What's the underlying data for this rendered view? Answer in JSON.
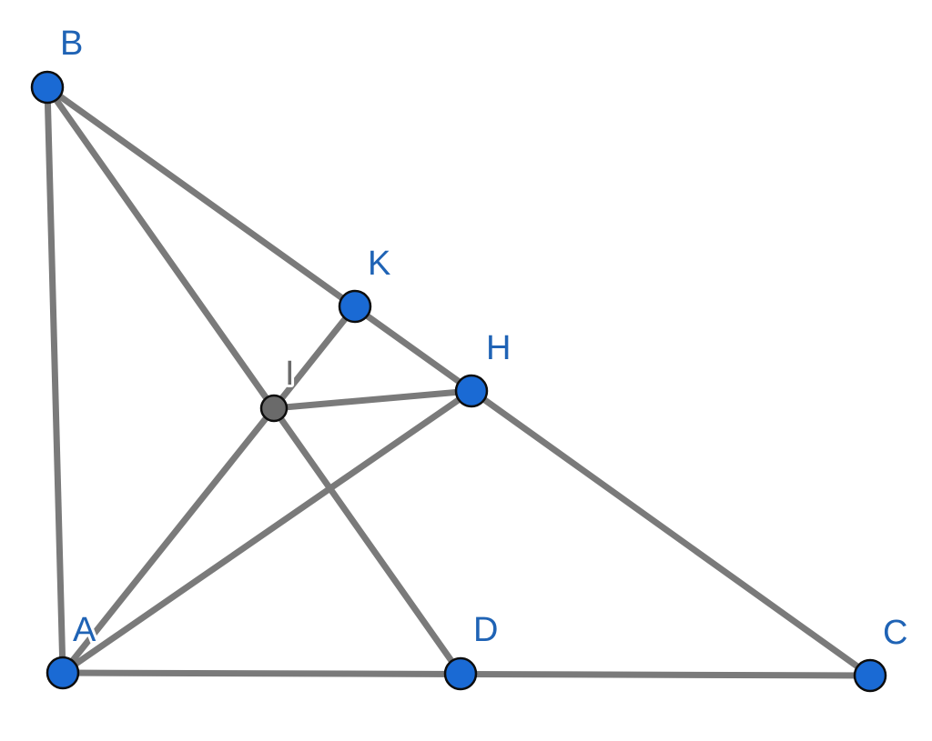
{
  "diagram": {
    "point_color": "#1a6ad4",
    "special_point_color": "#6a6a6a",
    "segment_color": "#7a7a7a",
    "label_color": "#1f63b5",
    "points": [
      {
        "id": "B",
        "label": "B"
      },
      {
        "id": "K",
        "label": "K"
      },
      {
        "id": "H",
        "label": "H"
      },
      {
        "id": "I",
        "label": "I"
      },
      {
        "id": "A",
        "label": "A"
      },
      {
        "id": "D",
        "label": "D"
      },
      {
        "id": "C",
        "label": "C"
      }
    ],
    "segments": [
      [
        "A",
        "B"
      ],
      [
        "B",
        "C"
      ],
      [
        "A",
        "C"
      ],
      [
        "B",
        "D"
      ],
      [
        "A",
        "I"
      ],
      [
        "A",
        "H"
      ],
      [
        "I",
        "K"
      ],
      [
        "I",
        "H"
      ]
    ]
  }
}
